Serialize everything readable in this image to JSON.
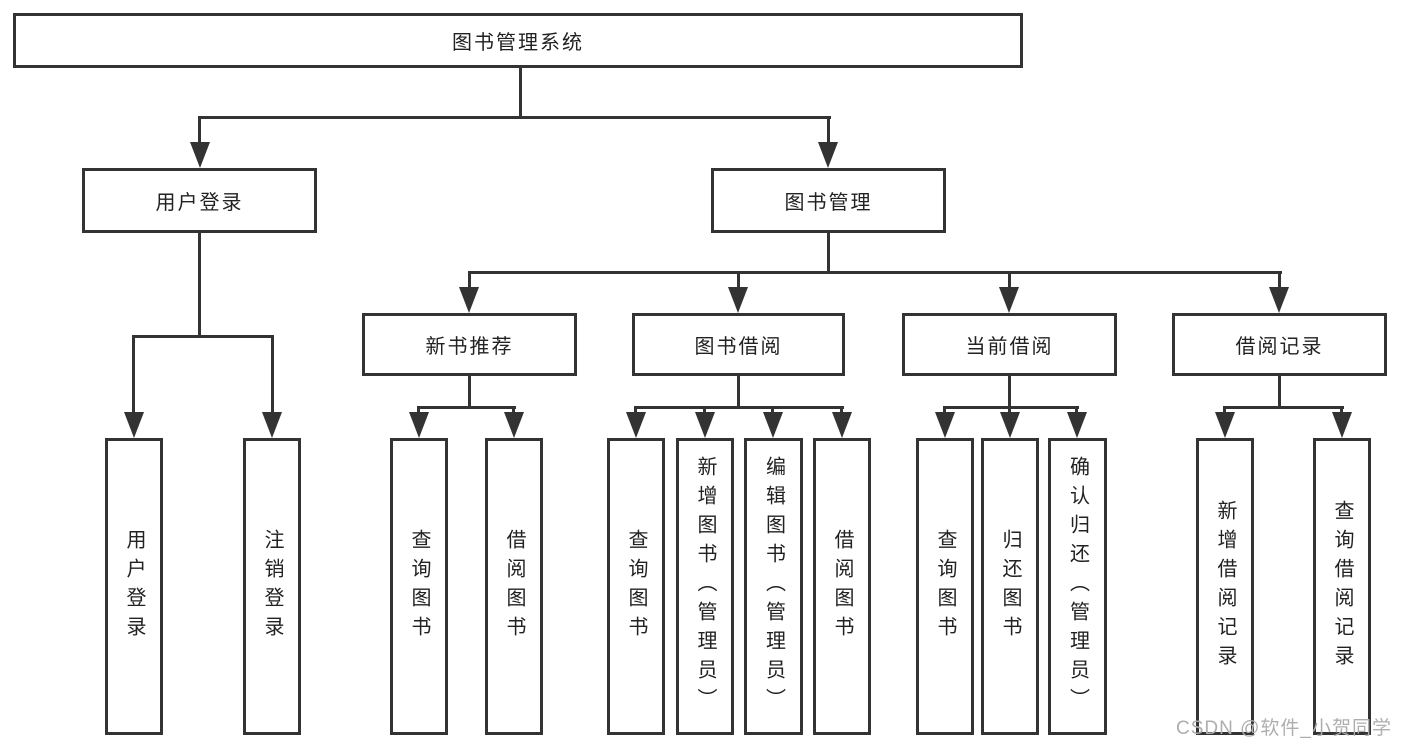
{
  "title": "图书管理系统",
  "tree": {
    "label": "图书管理系统",
    "children": [
      {
        "label": "用户登录",
        "children": [
          {
            "label": "用户登录"
          },
          {
            "label": "注销登录"
          }
        ]
      },
      {
        "label": "图书管理",
        "children": [
          {
            "label": "新书推荐",
            "children": [
              {
                "label": "查询图书"
              },
              {
                "label": "借阅图书"
              }
            ]
          },
          {
            "label": "图书借阅",
            "children": [
              {
                "label": "查询图书"
              },
              {
                "label": "新增图书（管理员）"
              },
              {
                "label": "编辑图书（管理员）"
              },
              {
                "label": "借阅图书"
              }
            ]
          },
          {
            "label": "当前借阅",
            "children": [
              {
                "label": "查询图书"
              },
              {
                "label": "归还图书"
              },
              {
                "label": "确认归还（管理员）"
              }
            ]
          },
          {
            "label": "借阅记录",
            "children": [
              {
                "label": "新增借阅记录"
              },
              {
                "label": "查询借阅记录"
              }
            ]
          }
        ]
      }
    ]
  },
  "watermark": {
    "text": "CSDN @软件_小贺同学"
  },
  "colors": {
    "line": "#333333",
    "box_border": "#333333",
    "text": "#222222",
    "background": "#ffffff",
    "watermark": "#aeaeae"
  }
}
